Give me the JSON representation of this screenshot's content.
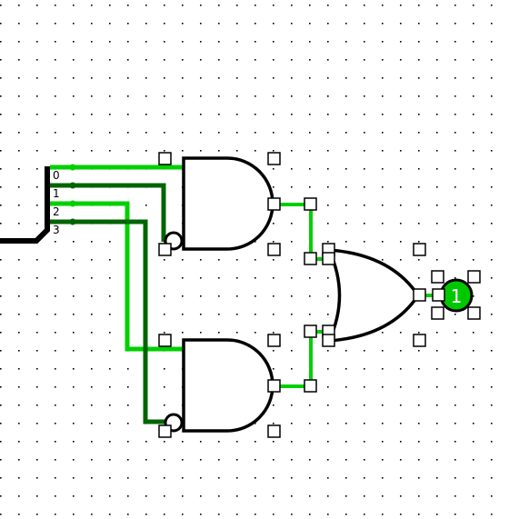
{
  "splitter": {
    "bit_labels": [
      "0",
      "1",
      "2",
      "3"
    ]
  },
  "output_probe": {
    "value": "1"
  },
  "colors": {
    "wire_bus": "#000000",
    "wire_high": "#00d000",
    "wire_low": "#006400",
    "probe_fill": "#00c800",
    "grid_dot": "#000000"
  },
  "components": [
    {
      "name": "and-gate-top",
      "type": "AND",
      "inverted_inputs": [
        "second"
      ]
    },
    {
      "name": "and-gate-bottom",
      "type": "AND",
      "inverted_inputs": [
        "second"
      ]
    },
    {
      "name": "or-gate",
      "type": "OR"
    },
    {
      "name": "output-probe",
      "type": "Probe"
    }
  ]
}
